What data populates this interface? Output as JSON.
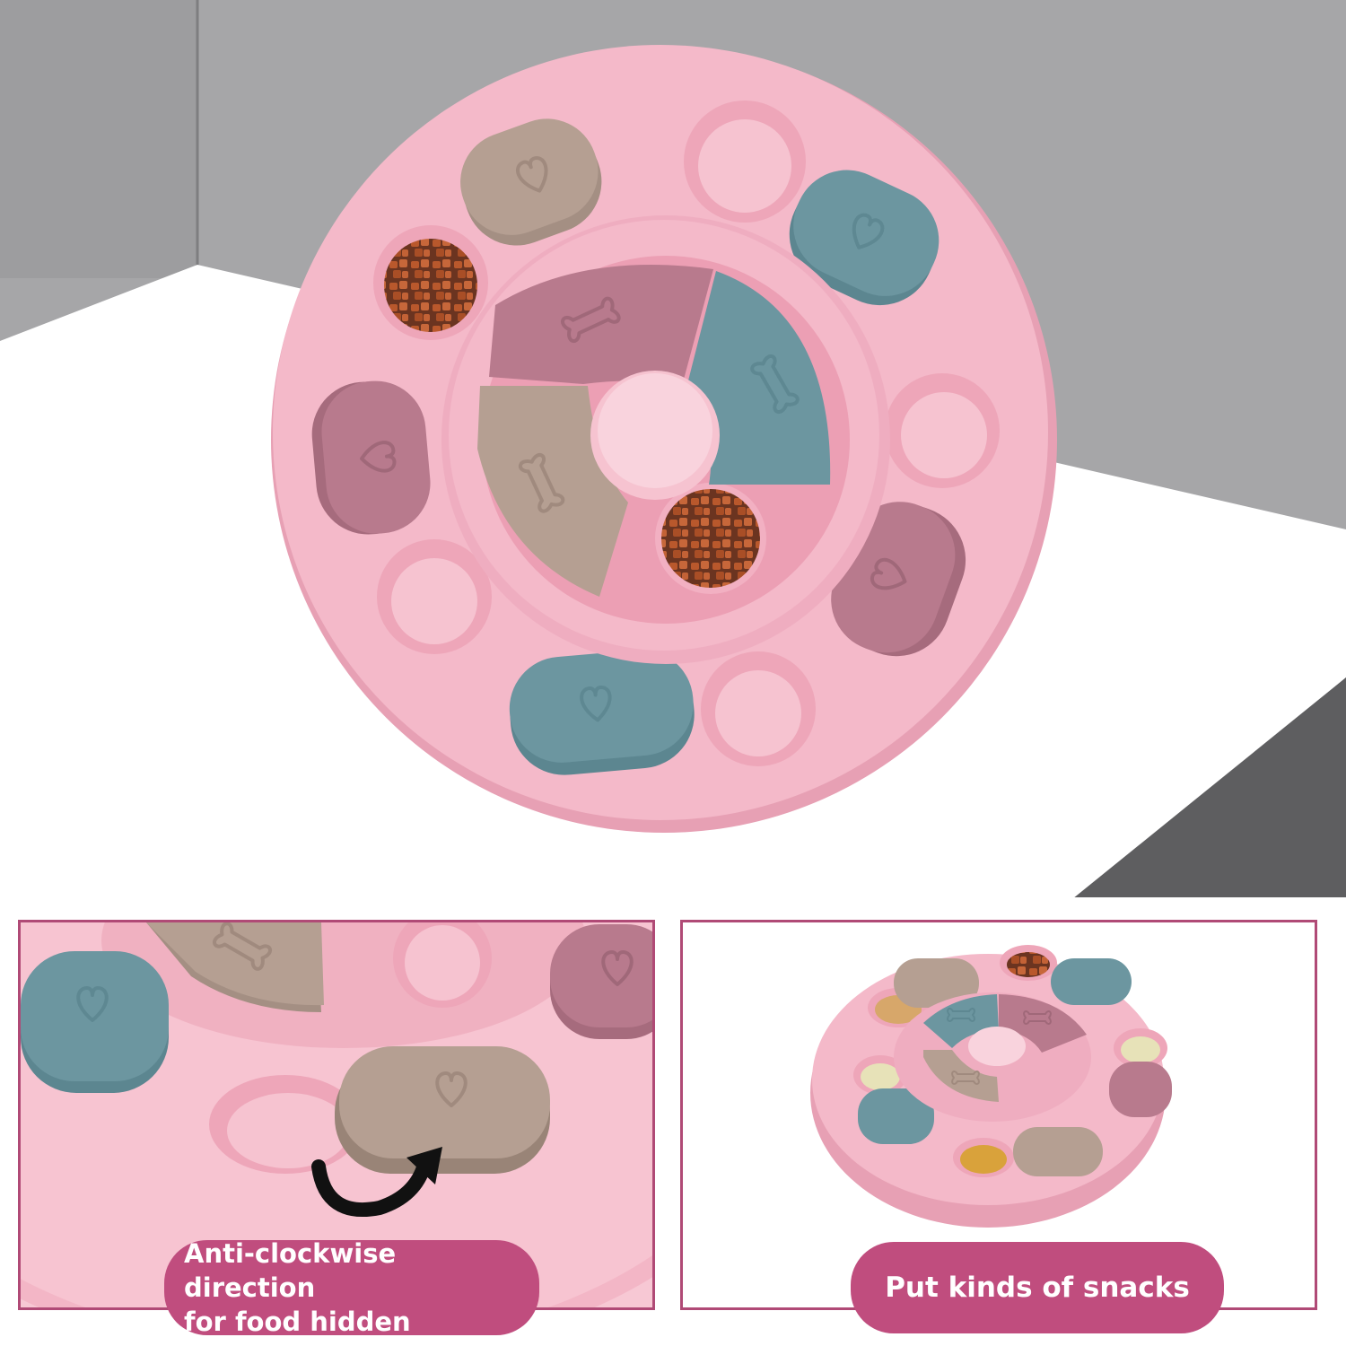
{
  "captions": {
    "left_line1": "Anti-clockwise direction",
    "left_line2": "for food hidden",
    "right": "Put kinds of snacks"
  },
  "colors": {
    "puzzle_pink": "#f4b9c9",
    "well_pink": "#eea6b9",
    "mauve": "#b87a8d",
    "slate_blue": "#6c96a0",
    "taupe": "#b59f92",
    "caption_magenta": "#c04d7e",
    "wall_gray": "#9a9a9c",
    "floor_white": "#ffffff"
  },
  "icons": [
    "heart-icon",
    "bone-icon",
    "arrow-anticlockwise-icon"
  ]
}
